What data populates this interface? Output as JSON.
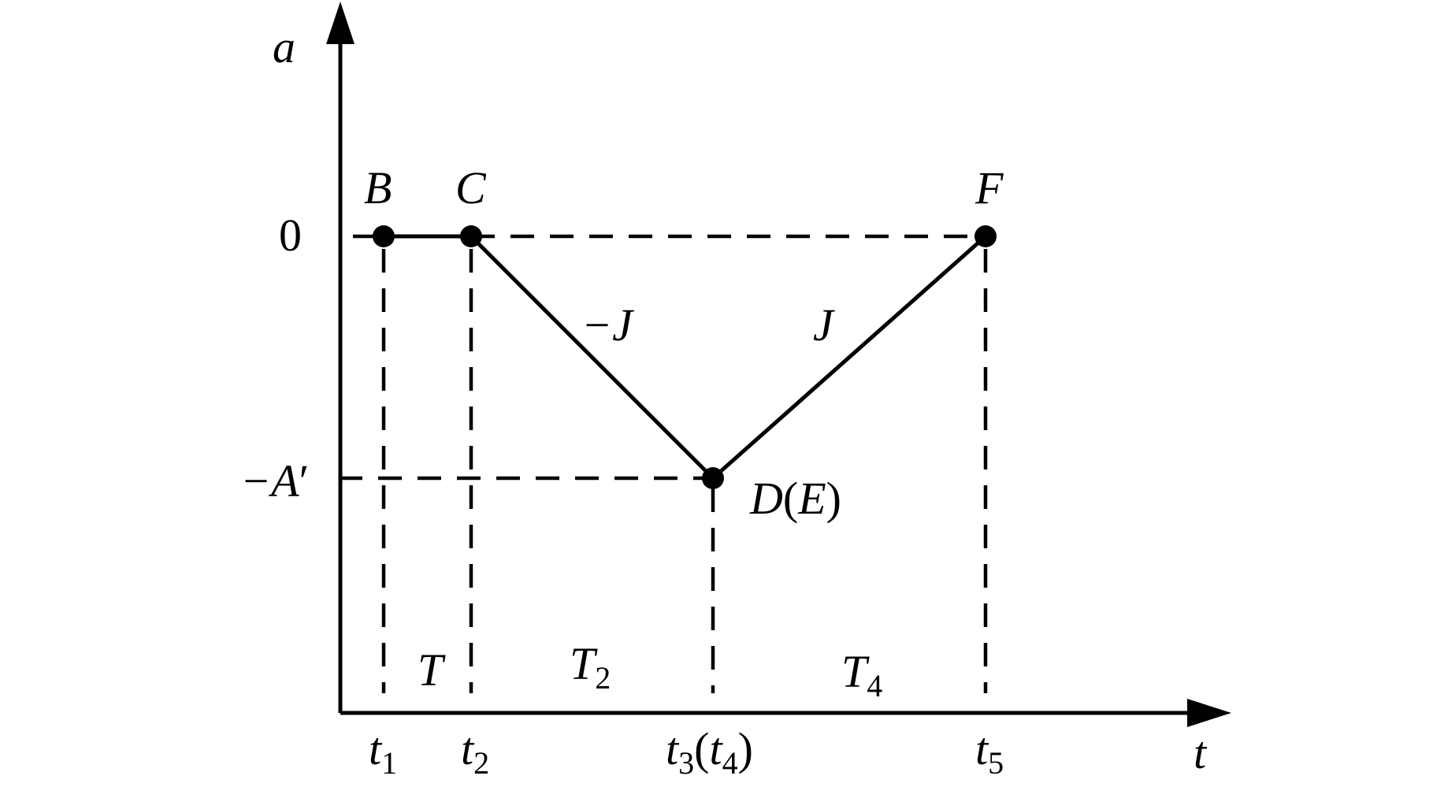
{
  "axes": {
    "y_label": "a",
    "x_label": "t",
    "y_ticks": {
      "zero": "0",
      "neg_a_prefix": "−A",
      "neg_a_prime": "′"
    }
  },
  "points": {
    "B": "B",
    "C": "C",
    "F": "F",
    "D_main": "D",
    "D_open": "(",
    "D_alt": "E",
    "D_close": ")"
  },
  "slopes": {
    "down": "−J",
    "up": "J"
  },
  "intervals": {
    "T": "T",
    "T2_base": "T",
    "T2_sub": "2",
    "T4_base": "T",
    "T4_sub": "4"
  },
  "times": {
    "t1_base": "t",
    "t1_sub": "1",
    "t2_base": "t",
    "t2_sub": "2",
    "t3_base": "t",
    "t3_sub": "3",
    "t3_open": "(",
    "t4_base": "t",
    "t4_sub": "4",
    "t3_close": ")",
    "t5_base": "t",
    "t5_sub": "5"
  }
}
